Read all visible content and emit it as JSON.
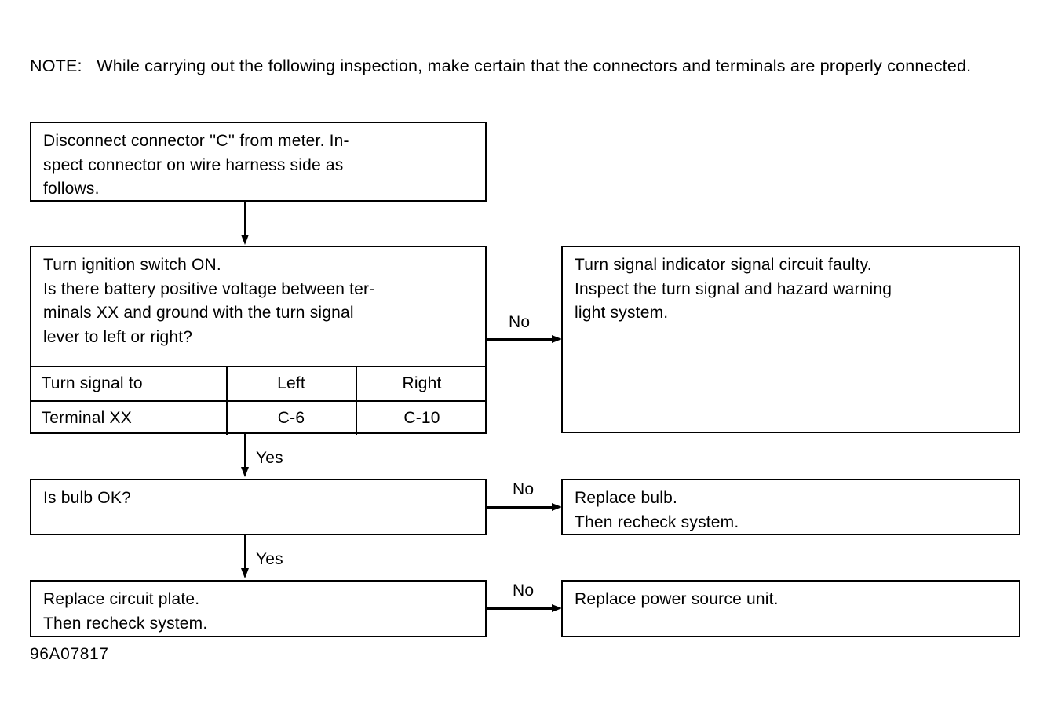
{
  "document": {
    "note_label": "NOTE:",
    "note_text": "NOTE:   While carrying out the following inspection, make certain that the connectors and terminals are properly connected.",
    "caption": "96A07817"
  },
  "flowchart": {
    "type": "troubleshooting-flowchart",
    "nodes": [
      {
        "id": "step-disconnect-connector",
        "text": "Disconnect connector ''C'' from meter. In-\nspect connector on wire harness side as\nfollows."
      },
      {
        "id": "step-turn-ignition-check-voltage",
        "text": "Turn ignition switch ON.\nIs there battery positive voltage between ter-\nminals XX and ground with the turn signal\nlever to left or right?"
      },
      {
        "id": "result-turn-signal-circuit-faulty",
        "text": "Turn signal indicator signal circuit faulty.\nInspect the turn signal and hazard warning\nlight system."
      },
      {
        "id": "step-is-bulb-ok",
        "text": "Is bulb OK?"
      },
      {
        "id": "result-replace-bulb",
        "text": "Replace bulb.\nThen recheck system."
      },
      {
        "id": "result-replace-circuit-plate",
        "text": "Replace circuit plate.\nThen recheck system."
      },
      {
        "id": "result-replace-power-source-unit",
        "text": "Replace power source unit."
      }
    ],
    "edge_labels": {
      "no_voltage": "No",
      "yes_voltage": "Yes",
      "no_bulb": "No",
      "yes_bulb": "Yes",
      "no_circuit_plate": "No"
    },
    "terminal_table": {
      "rows": [
        {
          "label": "Turn signal to",
          "left": "Left",
          "right": "Right"
        },
        {
          "label": "Terminal XX",
          "left": "C-6",
          "right": "C-10"
        }
      ]
    }
  },
  "style": {
    "ink": "#000000",
    "paper": "#ffffff"
  }
}
